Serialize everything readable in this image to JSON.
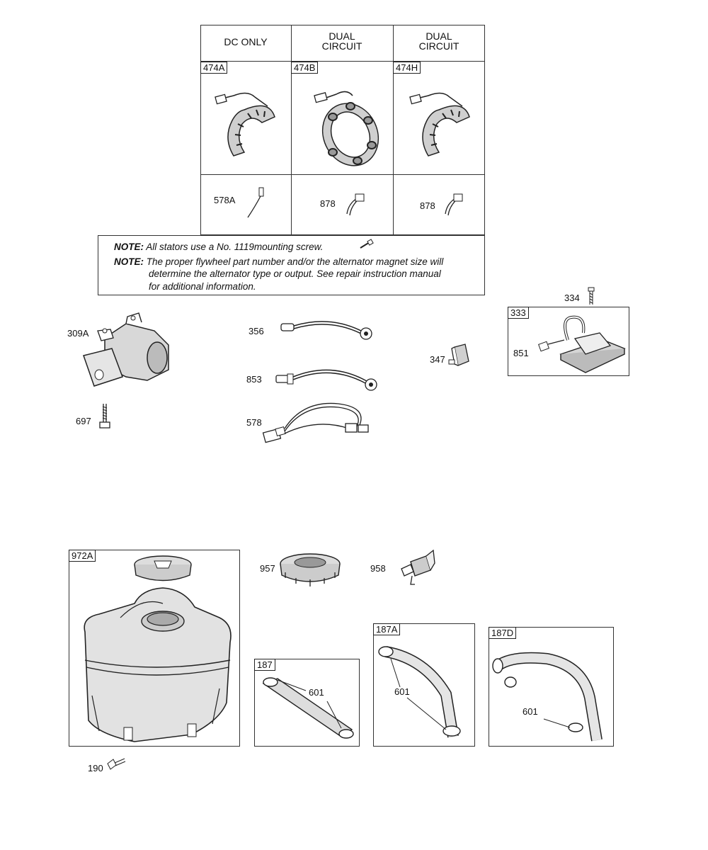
{
  "stator_table": {
    "headers": [
      "DC ONLY",
      "DUAL\nCIRCUIT",
      "DUAL\nCIRCUIT"
    ],
    "stators": [
      "474A",
      "474B",
      "474H"
    ],
    "leads": [
      "578A",
      "878",
      "878"
    ]
  },
  "notes": [
    {
      "label": "NOTE:",
      "text": "All stators use a No. 1119mounting screw."
    },
    {
      "label": "NOTE:",
      "text_lines": [
        "The proper flywheel part number and/or the alternator magnet size will",
        "determine the alternator type or output. See repair instruction manual",
        "for additional information."
      ]
    }
  ],
  "parts": {
    "p309A": "309A",
    "p697": "697",
    "p356": "356",
    "p853": "853",
    "p578": "578",
    "p347": "347",
    "p334": "334",
    "p333": "333",
    "p851": "851",
    "p972A": "972A",
    "p190": "190",
    "p957": "957",
    "p958": "958",
    "p187": "187",
    "p601_187": "601",
    "p187A": "187A",
    "p601_187A": "601",
    "p187D": "187D",
    "p601_187D": "601"
  }
}
